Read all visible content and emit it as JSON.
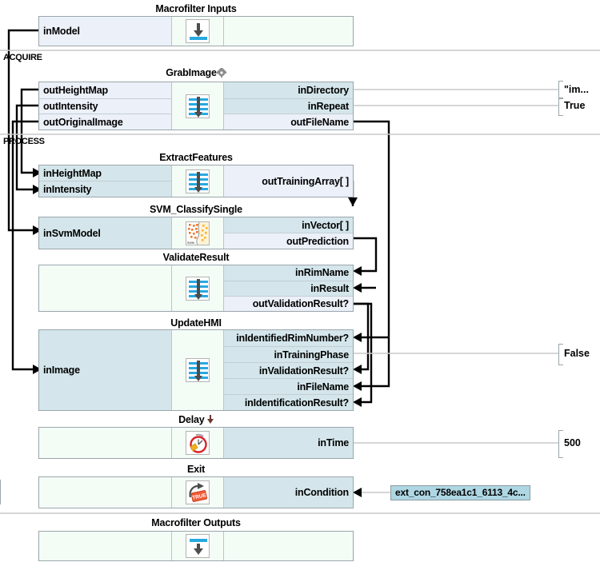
{
  "title": "Aurora Vision Studio program editor canvas",
  "sections": [
    {
      "name": "ACQUIRE",
      "label": "ACQUIRE"
    },
    {
      "name": "PROCESS",
      "label": "PROCESS"
    }
  ],
  "blocks": [
    {
      "name": "macrofilter-inputs",
      "title": "Macrofilter Inputs",
      "icon": "macrofilter-input-icon",
      "left_ports": [
        {
          "label": "inModel",
          "kind": "out"
        }
      ],
      "right_ports": []
    },
    {
      "name": "grabimage",
      "title": "GrabImage",
      "has_gear": true,
      "icon": "filter-icon",
      "left_ports": [
        {
          "label": "outHeightMap",
          "kind": "out"
        },
        {
          "label": "outIntensity",
          "kind": "out"
        },
        {
          "label": "outOriginalImage",
          "kind": "out"
        }
      ],
      "right_ports": [
        {
          "label": "inDirectory",
          "kind": "in"
        },
        {
          "label": "inRepeat",
          "kind": "in"
        },
        {
          "label": "outFileName",
          "kind": "out"
        }
      ]
    },
    {
      "name": "extractfeatures",
      "title": "ExtractFeatures",
      "icon": "filter-icon",
      "left_ports": [
        {
          "label": "inHeightMap",
          "kind": "in"
        },
        {
          "label": "inIntensity",
          "kind": "in"
        }
      ],
      "right_ports": [
        {
          "label": "outTrainingArray[ ]",
          "kind": "out"
        }
      ]
    },
    {
      "name": "svm-classifysingle",
      "title": "SVM_ClassifySingle",
      "icon": "svm-icon",
      "left_ports": [
        {
          "label": "inSvmModel",
          "kind": "in"
        }
      ],
      "right_ports": [
        {
          "label": "inVector[ ]",
          "kind": "in"
        },
        {
          "label": "outPrediction",
          "kind": "out"
        }
      ]
    },
    {
      "name": "validateresult",
      "title": "ValidateResult",
      "icon": "filter-icon",
      "left_ports": [],
      "right_ports": [
        {
          "label": "inRimName",
          "kind": "in"
        },
        {
          "label": "inResult",
          "kind": "in"
        },
        {
          "label": "outValidationResult?",
          "kind": "out"
        }
      ]
    },
    {
      "name": "updatehmi",
      "title": "UpdateHMI",
      "icon": "filter-icon",
      "left_ports": [
        {
          "label": "inImage",
          "kind": "in"
        }
      ],
      "right_ports": [
        {
          "label": "inIdentifiedRimNumber?",
          "kind": "in"
        },
        {
          "label": "inTrainingPhase",
          "kind": "in"
        },
        {
          "label": "inValidationResult?",
          "kind": "in"
        },
        {
          "label": "inFileName",
          "kind": "in"
        },
        {
          "label": "inIdentificationResult?",
          "kind": "in"
        }
      ]
    },
    {
      "name": "delay",
      "title": "Delay",
      "has_down_arrow": true,
      "icon": "clock-icon",
      "left_ports": [],
      "right_ports": [
        {
          "label": "inTime",
          "kind": "in"
        }
      ]
    },
    {
      "name": "exit",
      "title": "Exit",
      "icon": "exit-true-icon",
      "left_ports": [],
      "right_ports": [
        {
          "label": "inCondition",
          "kind": "in"
        }
      ]
    },
    {
      "name": "macrofilter-outputs",
      "title": "Macrofilter Outputs",
      "icon": "macrofilter-output-icon",
      "left_ports": [],
      "right_ports": []
    }
  ],
  "constants": [
    {
      "name": "const-indirectory",
      "value": "\"im...",
      "for_port": "inDirectory"
    },
    {
      "name": "const-inrepeat",
      "value": "True",
      "for_port": "inRepeat"
    },
    {
      "name": "const-intrainingphase",
      "value": "False",
      "for_port": "inTrainingPhase"
    },
    {
      "name": "const-intime",
      "value": "500",
      "for_port": "inTime"
    },
    {
      "name": "const-incondition",
      "value": "ext_con_758ea1c1_6113_4c...",
      "for_port": "inCondition"
    }
  ],
  "colors": {
    "input_port": "#d4e6eb",
    "output_port": "#ecf0f9",
    "block_bg": "#f2fbf4",
    "block_border": "#9aa6ac",
    "wire": "#000000",
    "const_wire": "#c8c8c8",
    "accent_blue": "#29a8e0",
    "extcon_bg": "#aed6e3"
  }
}
